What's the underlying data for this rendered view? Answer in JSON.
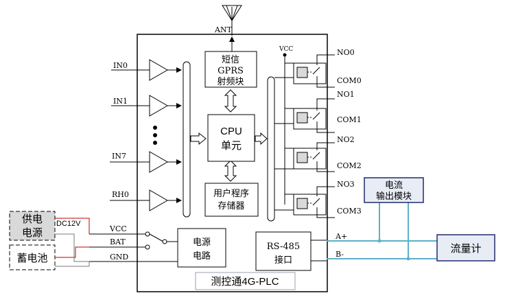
{
  "antenna": {
    "label": "ANT"
  },
  "inputs": {
    "in0": "IN0",
    "in1": "IN1",
    "in7": "IN7",
    "rh0": "RH0"
  },
  "modules": {
    "sms": [
      "短信",
      "GPRS",
      "射频块"
    ],
    "cpu": [
      "CPU",
      "单元"
    ],
    "program_memory": [
      "用户程序",
      "存储器"
    ],
    "power_circuit": [
      "电源",
      "电路"
    ],
    "rs485": [
      "RS-485",
      "接口"
    ],
    "device_name": "测控通4G-PLC"
  },
  "relays": {
    "vcc": "VCC",
    "outputs": [
      {
        "no": "NO0",
        "com": "COM0"
      },
      {
        "no": "NO1",
        "com": "COM1"
      },
      {
        "no": "NO2",
        "com": "COM2"
      },
      {
        "no": "NO3",
        "com": "COM3"
      }
    ]
  },
  "power": {
    "supply": [
      "供电",
      "电源"
    ],
    "battery": "蓄电池",
    "dc": "DC12V",
    "vcc": "VCC",
    "bat": "BAT",
    "gnd": "GND"
  },
  "bus": {
    "a": "A+",
    "b": "B-"
  },
  "external": {
    "current_module": [
      "电流",
      "输出模块"
    ],
    "flowmeter": "流量计"
  },
  "colors": {
    "line": "#000000",
    "power_red": "#c00000",
    "bus_blue": "#5bb0c8",
    "module_border": "#1f2a6b",
    "module_fill": "#e8ecf5",
    "box_fill": "#d9d9d9"
  }
}
